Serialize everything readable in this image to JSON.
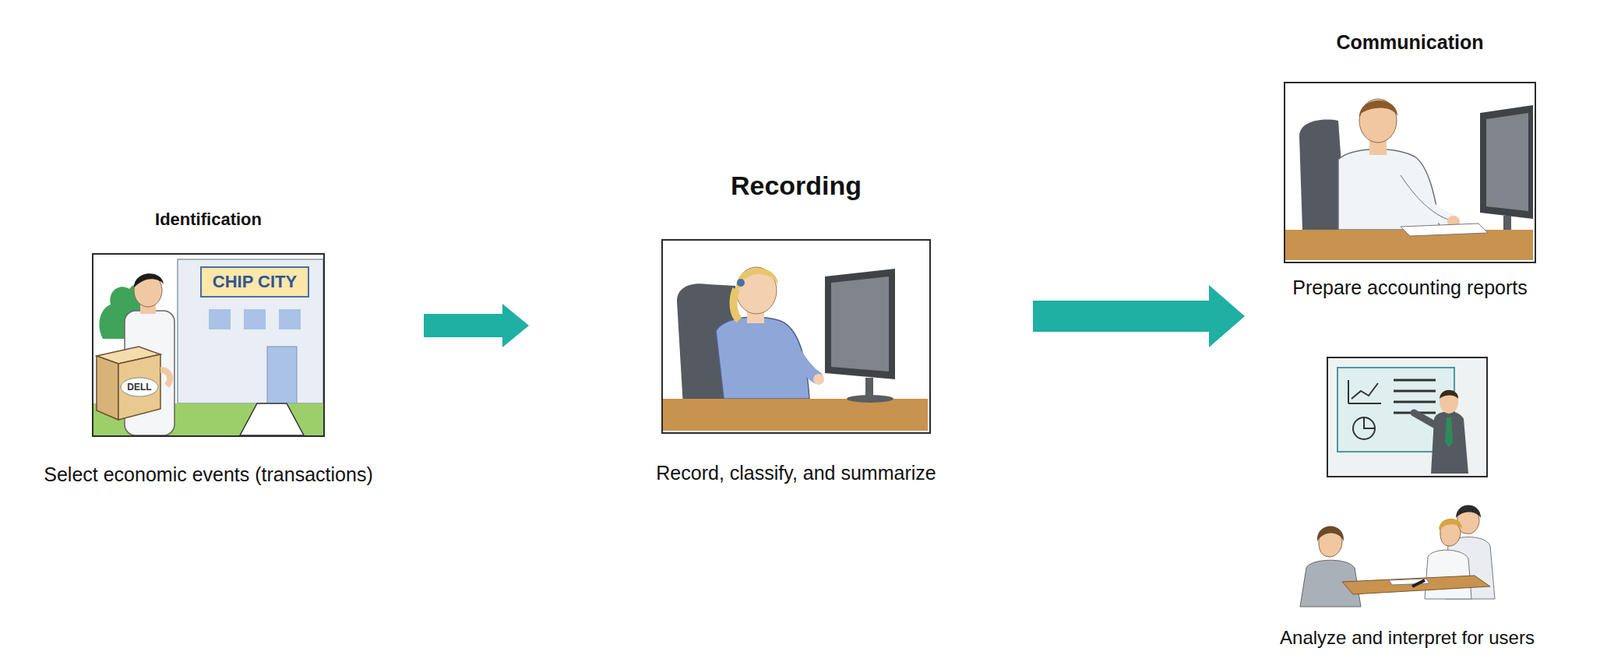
{
  "diagram": {
    "nodes": [
      {
        "text": [
          "Identification",
          "Select economic events (transactions)"
        ]
      },
      {
        "text": [
          "Recording",
          "Record, classify, and summarize"
        ]
      },
      {
        "text": [
          "Communication",
          "Prepare accounting reports"
        ]
      },
      {
        "text": [
          "Analyze and interpret for users"
        ]
      }
    ],
    "edges": [
      {
        "from": 0,
        "to": 1,
        "arrow": "to"
      },
      {
        "from": 1,
        "to": 2,
        "arrow": "to"
      }
    ],
    "labels": [
      "CHIP CITY",
      "DELL"
    ]
  }
}
